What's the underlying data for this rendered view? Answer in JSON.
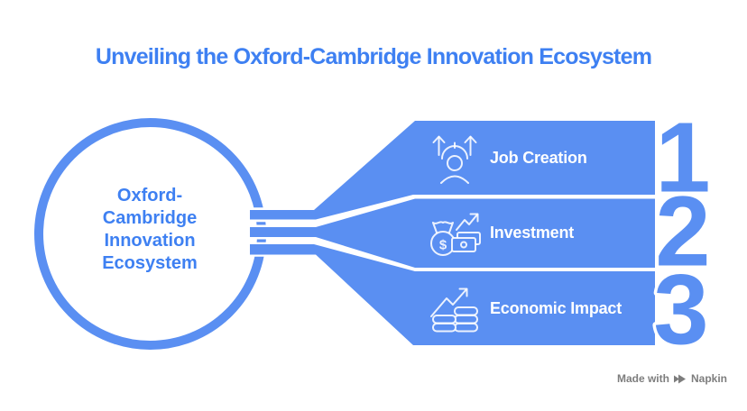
{
  "title": "Unveiling the Oxford-Cambridge Innovation Ecosystem",
  "hub": {
    "label": "Oxford-\nCambridge\nInnovation\nEcosystem"
  },
  "items": [
    {
      "number": "1",
      "label": "Job Creation",
      "icon": "person-growth-icon"
    },
    {
      "number": "2",
      "label": "Investment",
      "icon": "money-bag-icon"
    },
    {
      "number": "3",
      "label": "Economic Impact",
      "icon": "coins-growth-icon"
    }
  ],
  "watermark": {
    "made_with": "Made with",
    "brand": "Napkin"
  },
  "colors": {
    "shape_blue": "#5a8ff2",
    "text_blue": "#3e80f2",
    "label_white": "#ffffff",
    "watermark_gray": "#7d7d7d"
  }
}
